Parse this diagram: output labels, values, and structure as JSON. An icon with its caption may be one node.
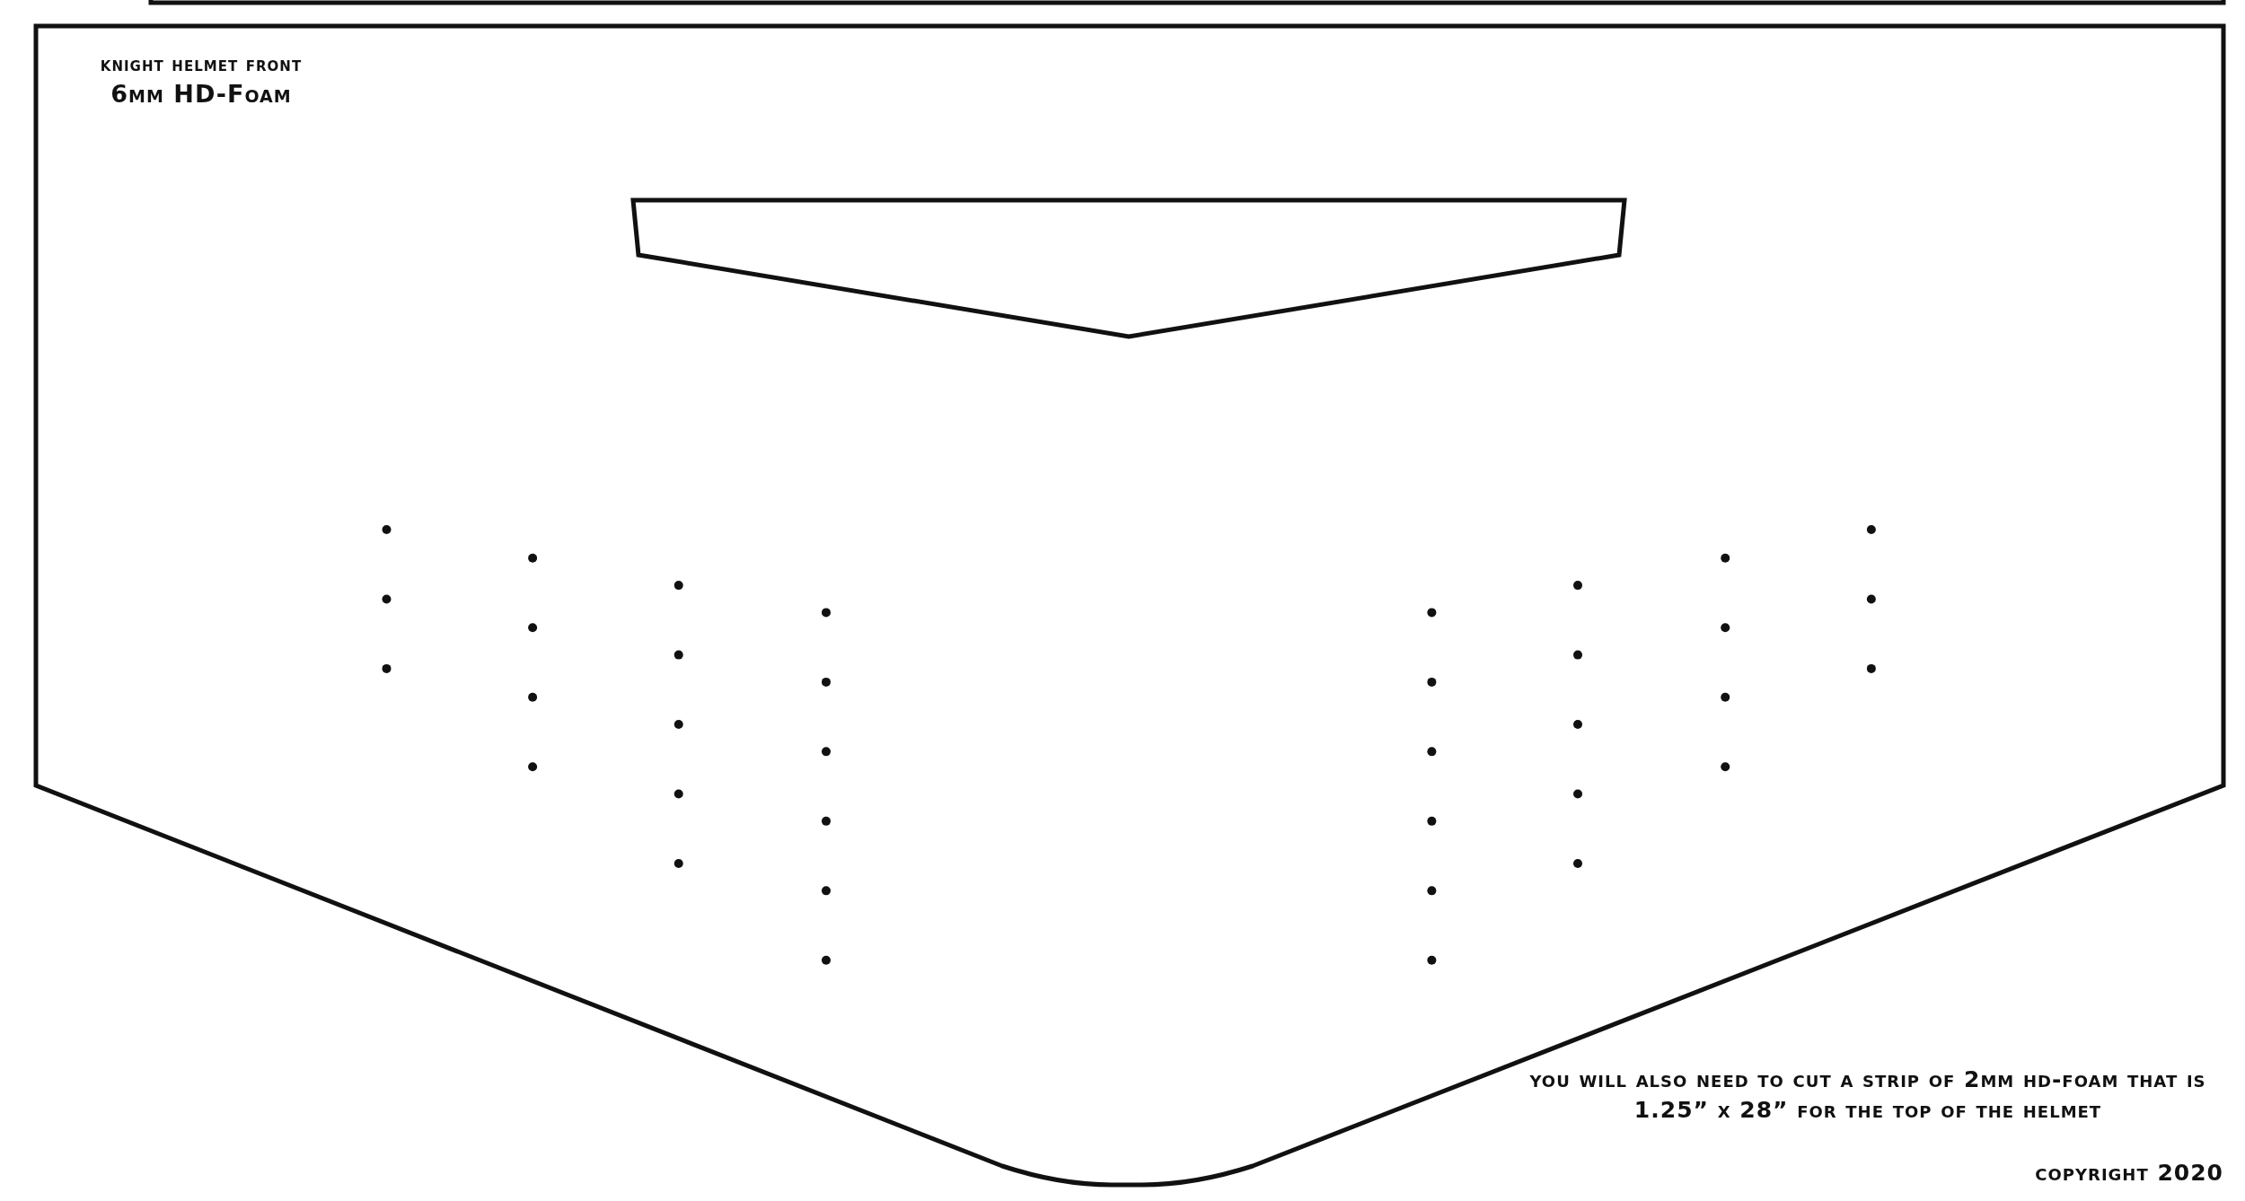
{
  "diagram": {
    "nodes": [
      {
        "text": [
          "knight helmet front",
          "6mm HD-Foam"
        ]
      },
      {
        "text": [],
        "shape": "trapezoid",
        "in": 0
      }
    ],
    "labels": [
      "you will also need to cut a strip of 2mm hd-foam that is 1.25” x 28” for the top of the helmet",
      "copyright 2020"
    ]
  }
}
